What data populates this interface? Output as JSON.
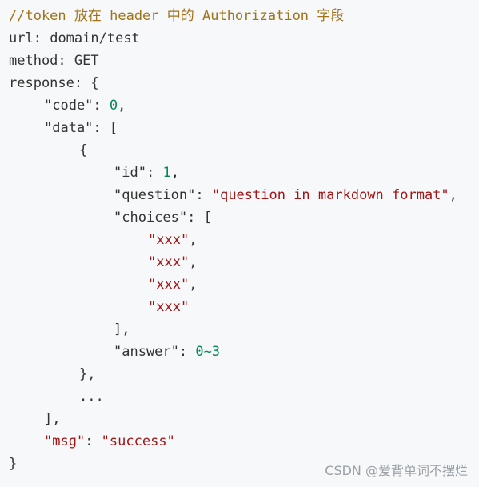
{
  "code": {
    "comment": "//token 放在 header 中的 Authorization 字段",
    "url_key": "url",
    "url_value": "domain/test",
    "method_key": "method",
    "method_value": "GET",
    "response_key": "response",
    "code_key": "\"code\"",
    "code_value": "0",
    "data_key": "\"data\"",
    "id_key": "\"id\"",
    "id_value": "1",
    "question_key": "\"question\"",
    "question_value": "\"question in markdown format\"",
    "choices_key": "\"choices\"",
    "choices": [
      "\"xxx\"",
      "\"xxx\"",
      "\"xxx\"",
      "\"xxx\""
    ],
    "answer_key": "\"answer\"",
    "answer_value": "0~3",
    "ellipsis": "...",
    "msg_key": "\"msg\"",
    "msg_value": "\"success\""
  },
  "watermark": "CSDN @爱背单词不摆烂"
}
